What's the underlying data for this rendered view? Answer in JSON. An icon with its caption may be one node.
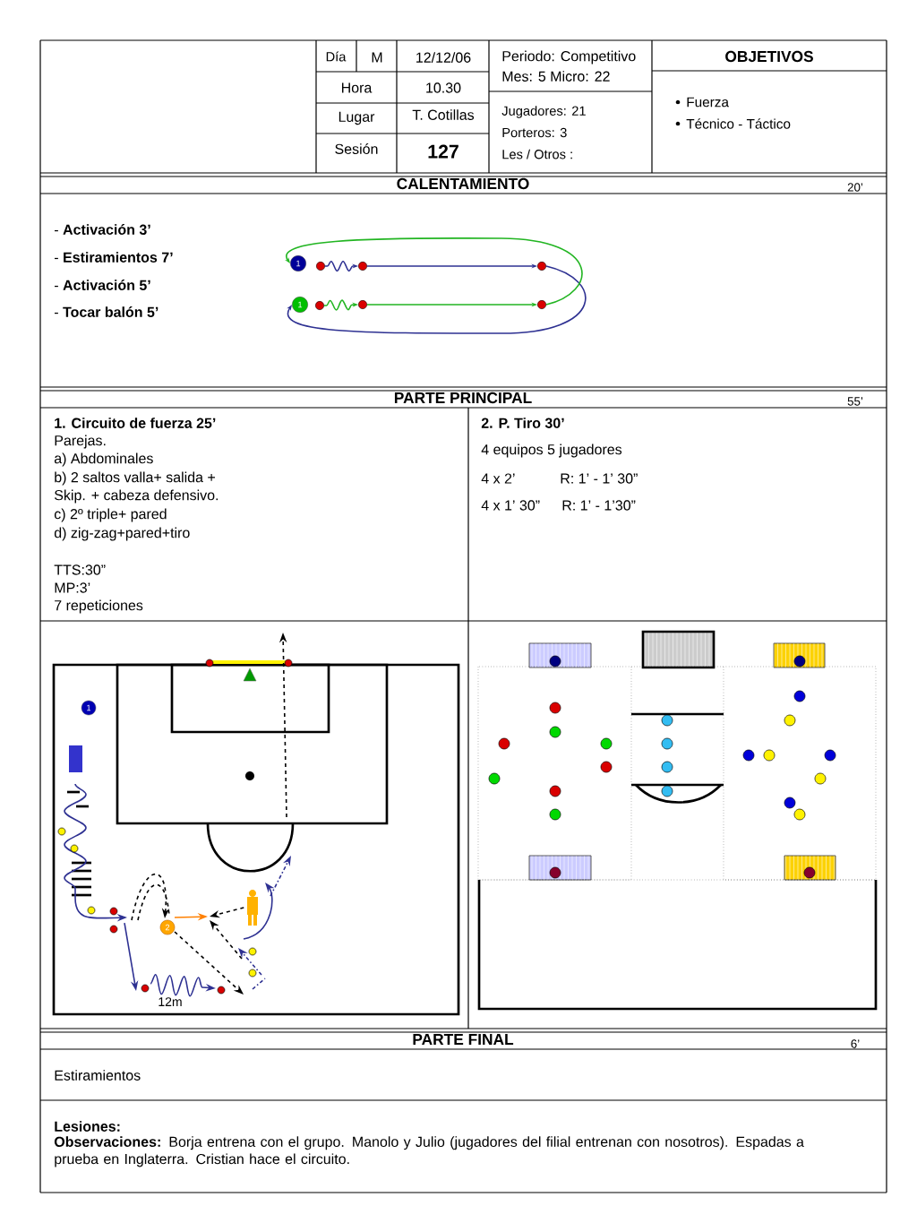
{
  "diagram": {
    "nodes": [
      {
        "text": [
          "1"
        ]
      },
      {
        "text": [],
        "shape": "circle"
      },
      {
        "text": [],
        "shape": "circle"
      },
      {
        "text": [],
        "shape": "circle"
      },
      {
        "text": [
          "1"
        ]
      },
      {
        "text": [],
        "shape": "circle"
      },
      {
        "text": [],
        "shape": "circle"
      },
      {
        "text": [],
        "shape": "circle"
      }
    ],
    "edges": [
      {
        "from": 1,
        "to": 2,
        "arrow": "to",
        "color": "#2e3192"
      },
      {
        "from": 2,
        "to": 3,
        "arrow": "to",
        "color": "#2e3192"
      },
      {
        "from": 3,
        "to": 4,
        "arrow": "to",
        "color": "#2e3192"
      },
      {
        "from": 5,
        "to": 6,
        "arrow": "to",
        "color": "#22b522"
      },
      {
        "from": 6,
        "to": 7,
        "arrow": "to",
        "color": "#22b522"
      },
      {
        "from": 7,
        "to": 0,
        "arrow": "to",
        "color": "#22b522"
      }
    ],
    "labels": [
      "Día",
      "M",
      "12/12/06",
      "Periodo: Competitivo",
      "Mes: 5 Micro: 22",
      "OBJETIVOS",
      "Hora",
      "10.30",
      "Lugar",
      "T. Cotillas",
      "Jugadores:  21",
      "Porteros: 3",
      "Les / Otros :",
      "Fuerza",
      "Técnico - Táctico",
      "Sesión",
      "127",
      "CALENTAMIENTO",
      "20’",
      "- **Activación 3’**",
      "- **Estiramientos 7’**",
      "- **Activación 5’**",
      "- **Tocar balón  5’**",
      "PARTE PRINCIPAL",
      "55’",
      "1.  Circuito de fuerza  25’",
      "Parejas.",
      "a) Abdominales",
      "b) 2 saltos valla+ salida +",
      "Skip. + cabeza defensivo.",
      "c) 2º triple+ pared",
      "d) zig-zag+pared+tiro",
      "TTS:30”",
      "MP:3’",
      "7 repeticiones",
      "2. P. Tiro  30’",
      "4 equipos 5 jugadores",
      "4 x 2’",
      "R: 1’ - 1’ 30”",
      "4 x 1’ 30”",
      "R: 1’ - 1’30”",
      "1",
      "2",
      "12m",
      "PARTE FINAL",
      "6’",
      "Estiramientos",
      "Lesiones:",
      "**Observaciones:**  Borja entrena con el grupo. Manolo y Julio (jugadores del filial entrenan con nosotros). Espadas a prueba en Inglaterra. Cristian hace el circuito."
    ]
  }
}
